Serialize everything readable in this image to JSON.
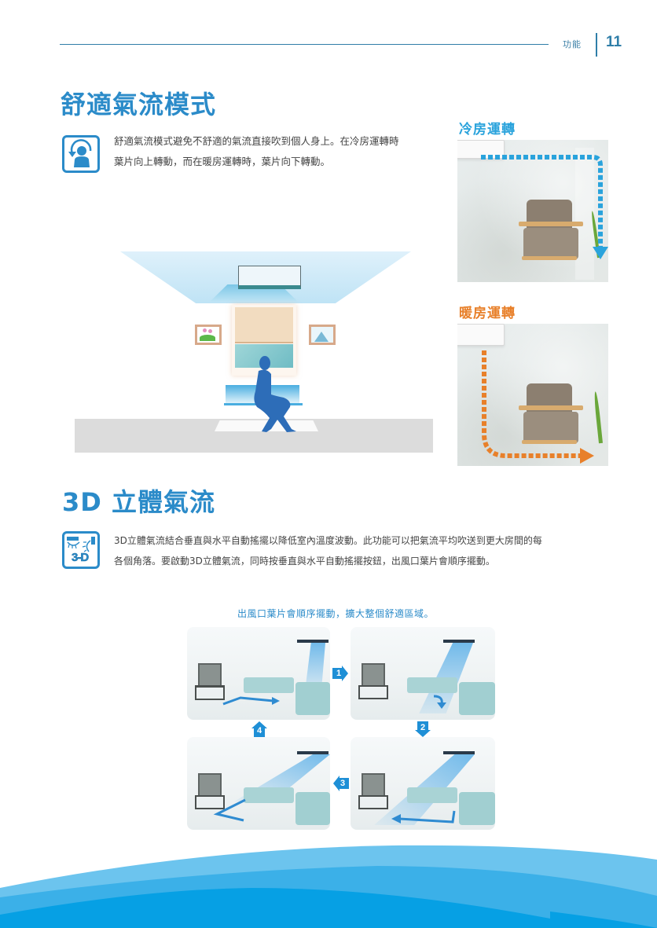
{
  "header": {
    "section": "功能",
    "page_number": "11"
  },
  "comfort_airflow": {
    "title": "舒適氣流模式",
    "icon": "person-rotate-arrow-icon",
    "description_line1": "舒適氣流模式避免不舒適的氣流直接吹到個人身上。在冷房運轉時",
    "description_line2": "葉片向上轉動，而在暖房運轉時，葉片向下轉動。",
    "cooling": {
      "label": "冷房運轉",
      "color": "#2aa3dc"
    },
    "heating": {
      "label": "暖房運轉",
      "color": "#e8802a"
    }
  },
  "airflow_3d": {
    "title": "3D 立體氣流",
    "icon": "3d-airflow-icon",
    "icon_text": "3-D",
    "description_line1": "3D立體氣流結合垂直與水平自動搖擺以降低室內溫度波動。此功能可以把氣流平均吹送到更大房間的每",
    "description_line2": "各個角落。要啟動3D立體氣流，同時按垂直與水平自動搖擺按鈕，出風口葉片會順序擺動。",
    "caption": "出風口葉片會順序擺動，擴大整個舒適區域。",
    "steps": [
      "1",
      "2",
      "3",
      "4"
    ]
  },
  "colors": {
    "accent": "#2b8bc9",
    "header_line": "#2f7ea8",
    "wave_light": "#6cc4ee",
    "wave_mid": "#3bb0e8",
    "wave_dark": "#06a0e4"
  }
}
